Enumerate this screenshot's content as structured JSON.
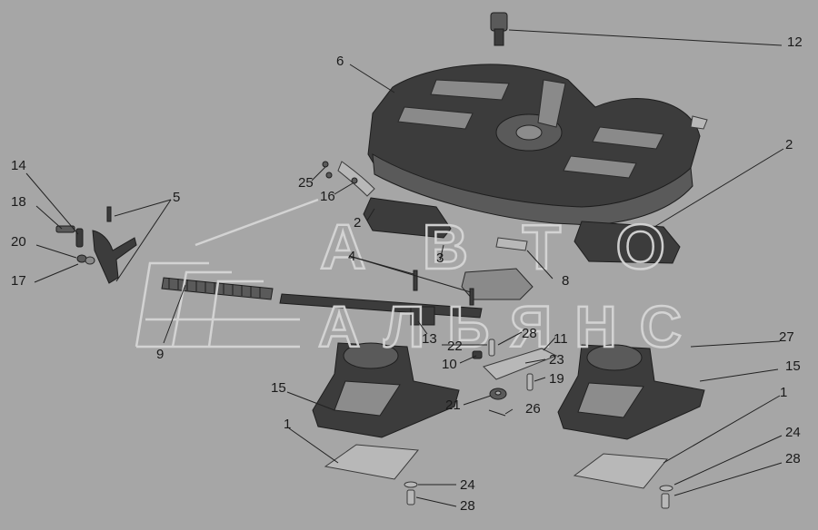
{
  "callouts": [
    {
      "id": "c1a",
      "text": "1"
    },
    {
      "id": "c1b",
      "text": "1"
    },
    {
      "id": "c2a",
      "text": "2"
    },
    {
      "id": "c2b",
      "text": "2"
    },
    {
      "id": "c3",
      "text": "3"
    },
    {
      "id": "c4",
      "text": "4"
    },
    {
      "id": "c5",
      "text": "5"
    },
    {
      "id": "c6",
      "text": "6"
    },
    {
      "id": "c8",
      "text": "8"
    },
    {
      "id": "c9",
      "text": "9"
    },
    {
      "id": "c10",
      "text": "10"
    },
    {
      "id": "c11",
      "text": "11"
    },
    {
      "id": "c12",
      "text": "12"
    },
    {
      "id": "c13",
      "text": "13"
    },
    {
      "id": "c14",
      "text": "14"
    },
    {
      "id": "c15a",
      "text": "15"
    },
    {
      "id": "c15b",
      "text": "15"
    },
    {
      "id": "c16",
      "text": "16"
    },
    {
      "id": "c17",
      "text": "17"
    },
    {
      "id": "c18",
      "text": "18"
    },
    {
      "id": "c19",
      "text": "19"
    },
    {
      "id": "c20",
      "text": "20"
    },
    {
      "id": "c21",
      "text": "21"
    },
    {
      "id": "c22",
      "text": "22"
    },
    {
      "id": "c23",
      "text": "23"
    },
    {
      "id": "c24a",
      "text": "24"
    },
    {
      "id": "c24b",
      "text": "24"
    },
    {
      "id": "c25",
      "text": "25"
    },
    {
      "id": "c26",
      "text": "26"
    },
    {
      "id": "c27",
      "text": "27"
    },
    {
      "id": "c28a",
      "text": "28"
    },
    {
      "id": "c28b",
      "text": "28"
    },
    {
      "id": "c28c",
      "text": "28"
    }
  ],
  "watermark": {
    "line1": "АВТО",
    "line2": "АЛЬЯНС"
  }
}
